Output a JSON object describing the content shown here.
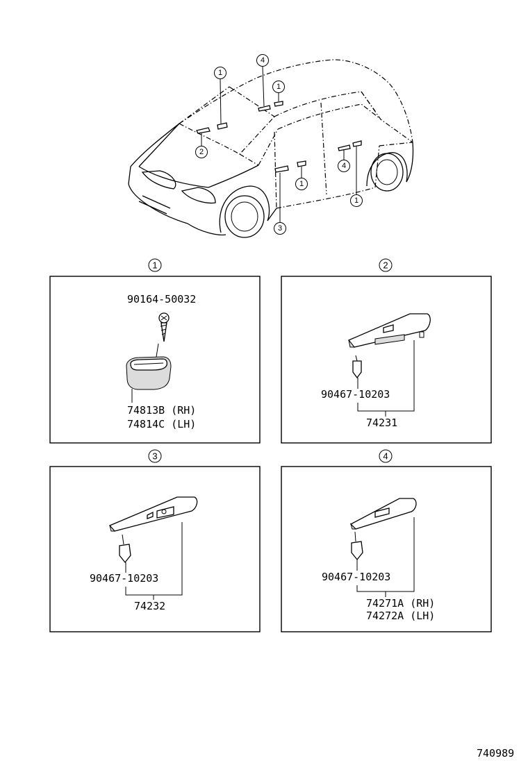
{
  "overview": {
    "callouts": [
      "1",
      "4",
      "1",
      "2",
      "4",
      "1",
      "3",
      "1"
    ]
  },
  "panels": [
    {
      "number": "1",
      "parts": [
        "90164-50032",
        "74813B (RH)",
        "74814C (LH)"
      ]
    },
    {
      "number": "2",
      "parts": [
        "90467-10203",
        "74231"
      ]
    },
    {
      "number": "3",
      "parts": [
        "90467-10203",
        "74232"
      ]
    },
    {
      "number": "4",
      "parts": [
        "90467-10203",
        "74271A (RH)",
        "74272A (LH)"
      ]
    }
  ],
  "diagram_id": "740989"
}
